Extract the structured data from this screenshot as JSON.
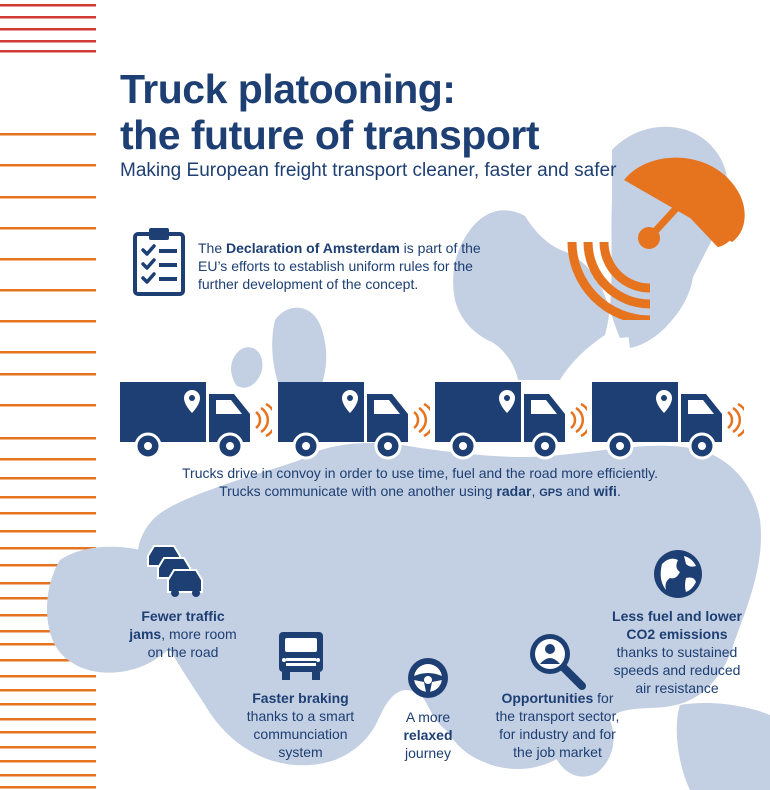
{
  "title_line1": "Truck platooning:",
  "title_line2": "the future of transport",
  "subtitle": "Making European freight transport cleaner, faster and safer",
  "declaration": {
    "pre": "The ",
    "bold": "Declaration of Amsterdam",
    "post": " is part of the EU’s efforts to establish uniform rules for the further development of the concept."
  },
  "convoy": {
    "line1": "Trucks drive in convoy in order to use time, fuel and the road more efficiently.",
    "line2_pre": "Trucks communicate with one another using ",
    "radar": "radar",
    "sep1": ", ",
    "gps": "GPS",
    "sep2": " and ",
    "wifi": "wifi",
    "end": "."
  },
  "benefits": {
    "traffic": {
      "bold1": "Fewer traffic",
      "bold2": "jams",
      "rest1": ", more room",
      "rest2": "on the road"
    },
    "braking": {
      "bold": "Faster braking",
      "rest1": "thanks to a smart",
      "rest2": "communciation",
      "rest3": "system"
    },
    "relaxed": {
      "l1": "A more",
      "bold": "relaxed",
      "l3": "journey"
    },
    "opportunities": {
      "bold": "Opportunities",
      "rest1": " for",
      "rest2": "the transport sector,",
      "rest3": "for industry and for",
      "rest4": "the job market"
    },
    "fuel": {
      "bold1": "Less fuel and lower",
      "bold2": "CO2 emissions",
      "rest1": "thanks to sustained",
      "rest2": "speeds and reduced",
      "rest3": "air resistance"
    }
  },
  "colors": {
    "navy": "#1d3f73",
    "orange": "#e6731e",
    "red": "#d03a33",
    "map": "#c3cfe2"
  }
}
